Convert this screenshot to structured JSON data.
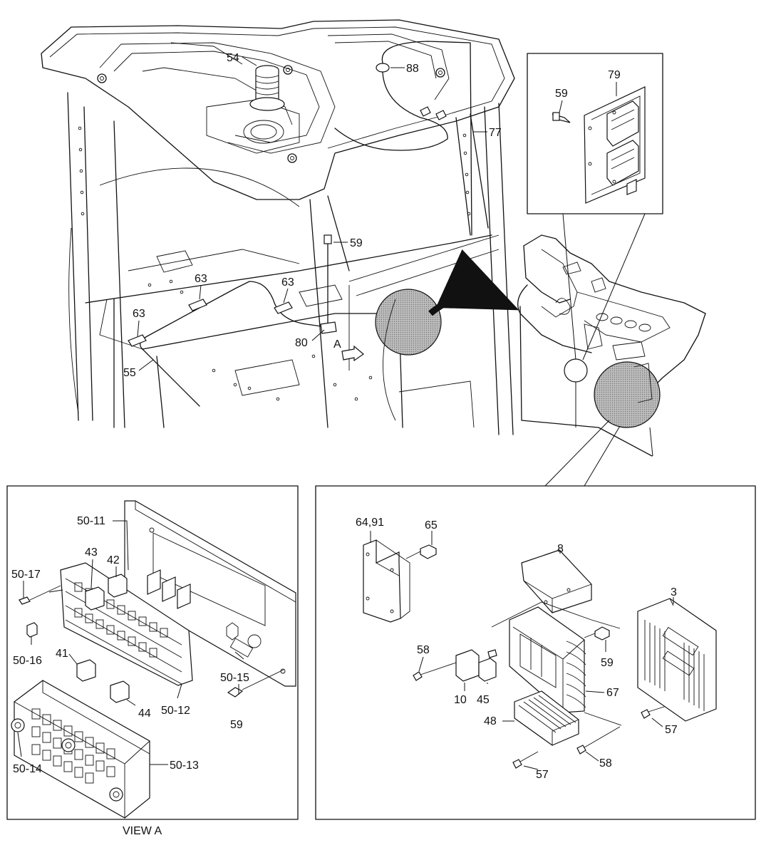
{
  "labels": {
    "l54": "54",
    "l88": "88",
    "l77": "77",
    "l79": "79",
    "l59_box": "59",
    "l59_mid": "59",
    "l63_a": "63",
    "l63_b": "63",
    "l63_c": "63",
    "l80": "80",
    "l55": "55",
    "l_a_arrow": "A",
    "l50_11": "50-11",
    "l43": "43",
    "l42": "42",
    "l50_17": "50-17",
    "l50_16": "50-16",
    "l41": "41",
    "l44": "44",
    "l50_12": "50-12",
    "l50_15": "50-15",
    "l59_left": "59",
    "l50_13": "50-13",
    "l50_14": "50-14",
    "l64_91": "64,91",
    "l65": "65",
    "l8": "8",
    "l3": "3",
    "l58_a": "58",
    "l59_right": "59",
    "l10": "10",
    "l45": "45",
    "l67": "67",
    "l48": "48",
    "l57_a": "57",
    "l57_b": "57",
    "l58_b": "58"
  },
  "caption": {
    "view_a": "VIEW A"
  }
}
